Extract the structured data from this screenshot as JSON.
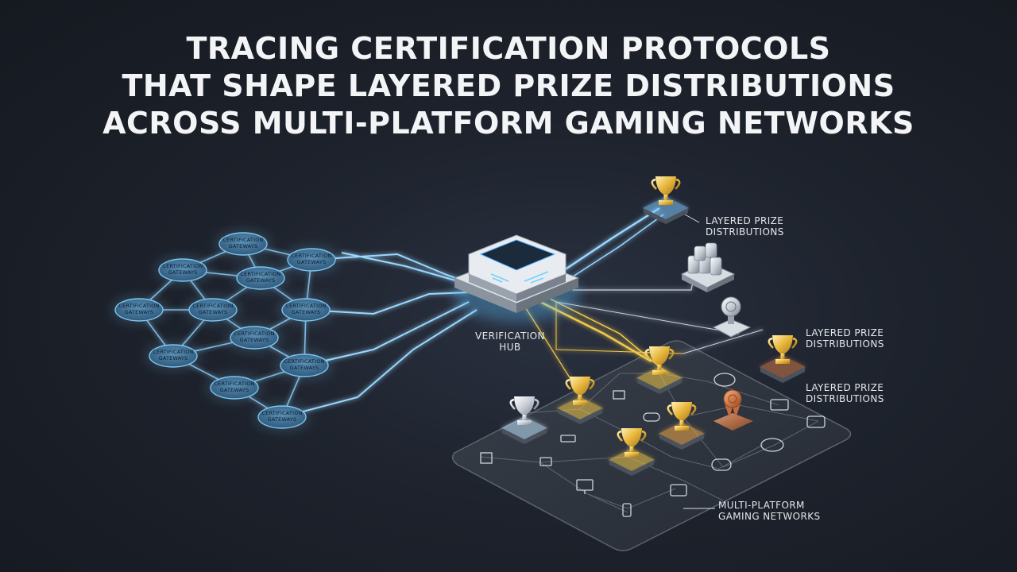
{
  "title": {
    "line1": "TRACING CERTIFICATION PROTOCOLS",
    "line2": "THAT SHAPE LAYERED PRIZE DISTRIBUTIONS",
    "line3": "ACROSS MULTI-PLATFORM GAMING NETWORKS"
  },
  "gateway_node_label": "CERTIFICATION GATEWAYS",
  "gateway_count": 12,
  "hub": {
    "line1": "VERIFICATION",
    "line2": "HUB"
  },
  "labels": {
    "prize_top": {
      "line1": "LAYERED PRIZE",
      "line2": "DISTRIBUTIONS"
    },
    "prize_mid": {
      "line1": "LAYERED PRIZE",
      "line2": "DISTRIBUTIONS"
    },
    "prize_low": {
      "line1": "LAYERED PRIZE",
      "line2": "DISTRIBUTIONS"
    },
    "network": {
      "line1": "MULTI-PLATFORM",
      "line2": "GAMING NETWORKS"
    }
  },
  "colors": {
    "background": "#1d222c",
    "node_fill": "#3d6f94",
    "node_glow": "#7cc4f0",
    "link_blue": "#8fd3ff",
    "link_gold": "#f2c94c",
    "gold": "#e7b53a",
    "silver": "#c8ced6",
    "bronze": "#d07a4a",
    "board": "#2c323c"
  }
}
